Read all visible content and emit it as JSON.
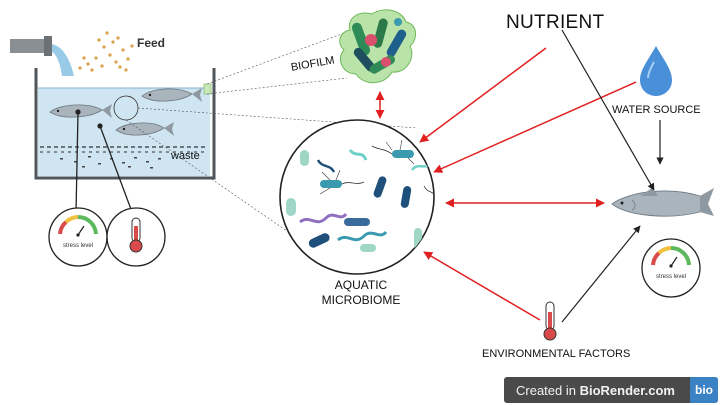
{
  "labels": {
    "feed": "Feed",
    "biofilm": "BIOFILM",
    "nutrient": "NUTRIENT",
    "water_source": "WATER SOURCE",
    "waste": "waste",
    "aquatic_line1": "AQUATIC",
    "aquatic_line2": "MICROBIOME",
    "environmental_factors": "ENVIRONMENTAL FACTORS",
    "stress_level": "stress level"
  },
  "badge": {
    "prefix": "Created in ",
    "brand": "BioRender.com",
    "logo": "bio"
  },
  "colors": {
    "red_arrow": "#e02020",
    "black_arrow": "#222222",
    "water_drop": "#4a90d9",
    "tank_water": "#cfe6f2",
    "fish_body": "#a9b4bd",
    "thermometer_red": "#d94a4a",
    "biofilm_green": "#2e8b57",
    "bacteria_teal": "#3a9ab0"
  },
  "icons": [
    "pipe-icon",
    "feed-pellets-icon",
    "tank-icon",
    "fish-icon",
    "gauge-icon",
    "thermometer-icon",
    "biofilm-icon",
    "water-drop-icon",
    "microbe-icon",
    "salmon-icon"
  ]
}
